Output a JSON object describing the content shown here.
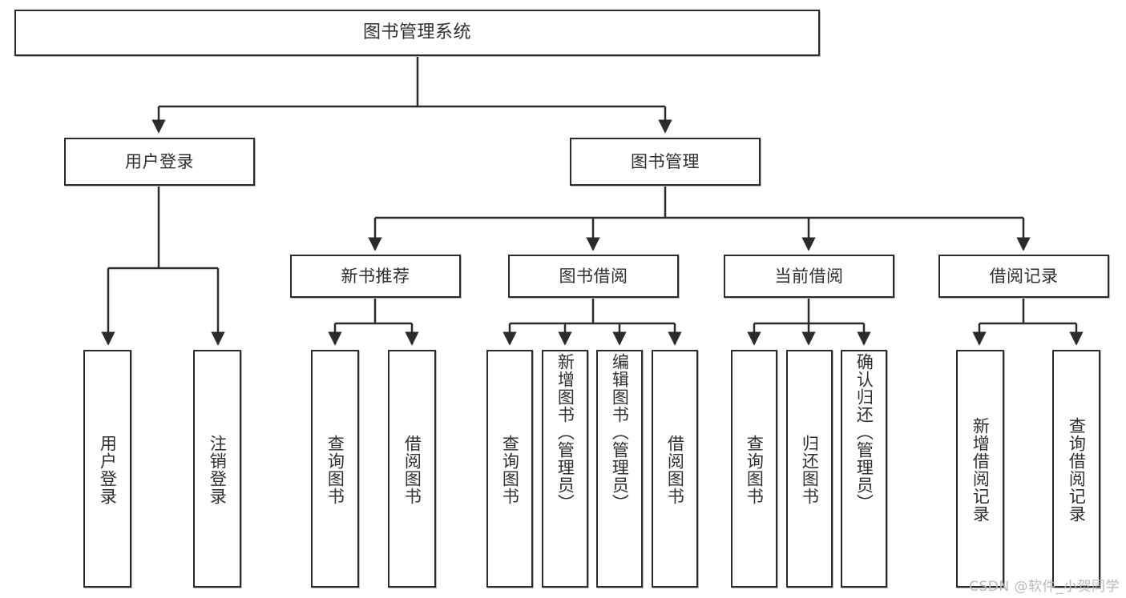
{
  "diagram": {
    "title": "图书管理系统",
    "type": "tree-hierarchy",
    "watermark": "CSDN @软件_小贺同学",
    "colors": {
      "background": "#ffffff",
      "box_border": "#2b2b2b",
      "box_fill": "#ffffff",
      "text": "#2f2f2f",
      "edge": "#2b2b2b",
      "watermark": "#b9b9b9"
    },
    "nodes": {
      "root": {
        "label": "图书管理系统"
      },
      "level1": [
        {
          "label": "用户登录"
        },
        {
          "label": "图书管理"
        }
      ],
      "level2": [
        {
          "label": "新书推荐"
        },
        {
          "label": "图书借阅"
        },
        {
          "label": "当前借阅"
        },
        {
          "label": "借阅记录"
        }
      ],
      "leaves_user_login": [
        {
          "label": "用户登录"
        },
        {
          "label": "注销登录"
        }
      ],
      "leaves_new_books": [
        {
          "label": "查询图书"
        },
        {
          "label": "借阅图书"
        }
      ],
      "leaves_borrow": [
        {
          "label": "查询图书"
        },
        {
          "label": "新增图书（管理员）"
        },
        {
          "label": "编辑图书（管理员）"
        },
        {
          "label": "借阅图书"
        }
      ],
      "leaves_current": [
        {
          "label": "查询图书"
        },
        {
          "label": "归还图书"
        },
        {
          "label": "确认归还（管理员）"
        }
      ],
      "leaves_records": [
        {
          "label": "新增借阅记录"
        },
        {
          "label": "查询借阅记录"
        }
      ]
    }
  }
}
